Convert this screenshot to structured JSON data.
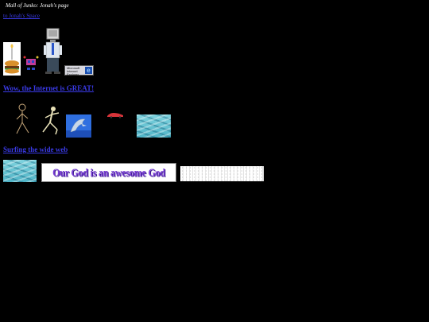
{
  "page": {
    "title": "Mall of Junko: Jonah's page"
  },
  "nav": {
    "home_link": "to Jonah's Space"
  },
  "sections": {
    "internet_heading": "Wow, the Internet is GREAT!",
    "web_heading": "Surfing the wide web"
  },
  "banner": {
    "text": "Our God is an awesome God",
    "color": "#7a3fd6"
  },
  "ie_badge": {
    "line1": "Microsoft",
    "line2": "Internet",
    "line3": "Explorer",
    "logo": "e"
  },
  "colors": {
    "background": "#000000",
    "link": "#3a3ae6",
    "title_text": "#ffffff",
    "water": "#5fc0cf"
  }
}
